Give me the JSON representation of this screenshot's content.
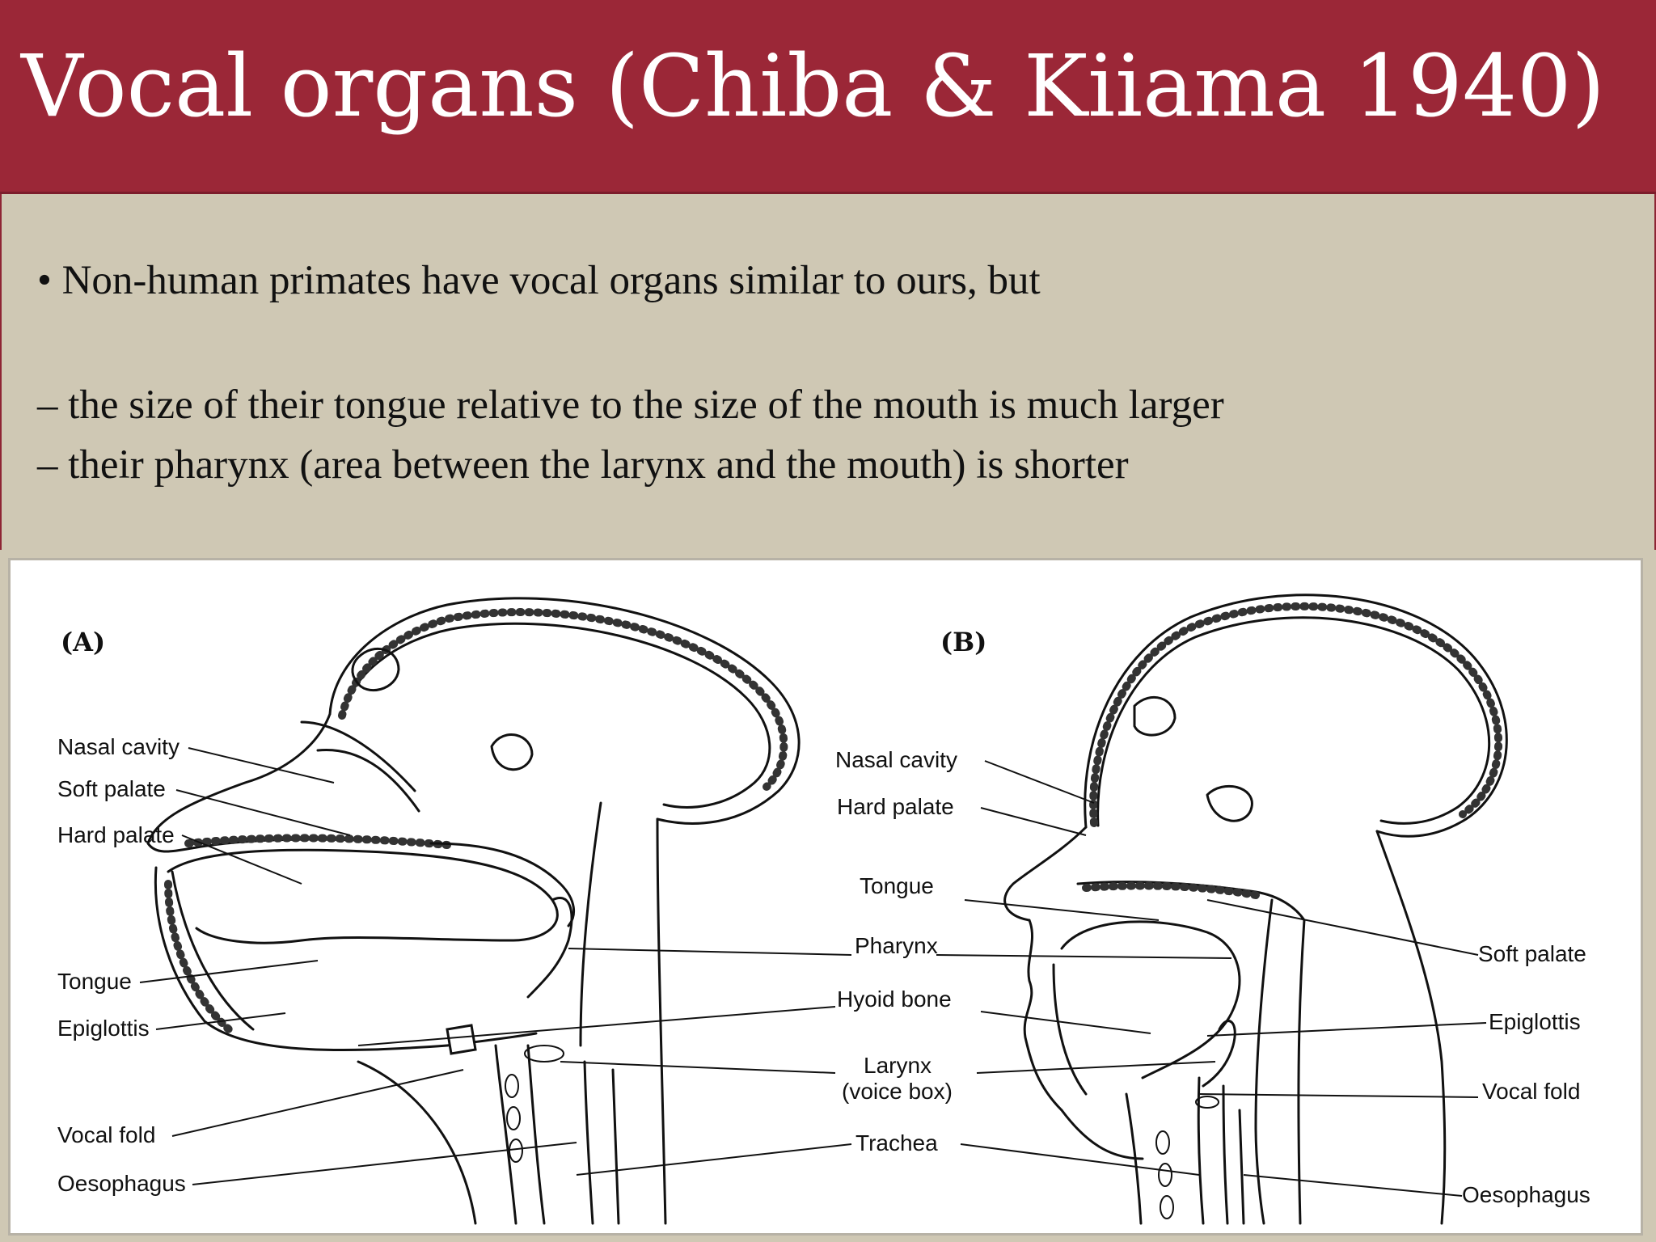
{
  "slide": {
    "title": "Vocal organs (Chiba & Kiiama 1940)",
    "bullet": "• Non-human primates have vocal organs similar to ours, but",
    "sub_points": [
      "– the size of their tongue relative to the size of the mouth is much larger",
      "– their pharynx (area between the larynx and the mouth) is shorter"
    ]
  },
  "diagram": {
    "panel_a_label": "(A)",
    "panel_b_label": "(B)",
    "labels_a": [
      "Nasal cavity",
      "Soft palate",
      "Hard palate",
      "Tongue",
      "Epiglottis",
      "Vocal fold",
      "Oesophagus"
    ],
    "labels_center": [
      "Nasal cavity",
      "Hard palate",
      "Tongue",
      "Pharynx",
      "Hyoid bone",
      "Larynx",
      "(voice box)",
      "Trachea"
    ],
    "labels_b": [
      "Soft palate",
      "Epiglottis",
      "Vocal fold",
      "Oesophagus"
    ]
  }
}
